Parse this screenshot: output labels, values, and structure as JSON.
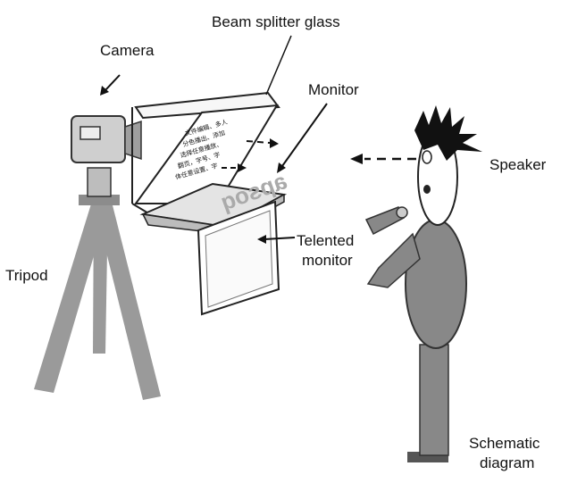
{
  "labels": {
    "camera": "Camera",
    "beam_splitter": "Beam splitter glass",
    "monitor": "Monitor",
    "speaker": "Speaker",
    "talent_monitor_1": "Telented",
    "talent_monitor_2": "monitor",
    "tripod": "Tripod",
    "schematic_1": "Schematic",
    "schematic_2": "diagram"
  },
  "mirrored_screen_text": "apsoq",
  "glass_text_lines": [
    "文件编辑、多人",
    "分色播出、添加",
    "选择任意播放、",
    "翻页，字号、字",
    "体任意设置、字"
  ],
  "colors": {
    "ink": "#111111",
    "person_gray": "#888888",
    "tripod_gray": "#9a9a9a",
    "camera_gray": "#bdbdbd"
  }
}
